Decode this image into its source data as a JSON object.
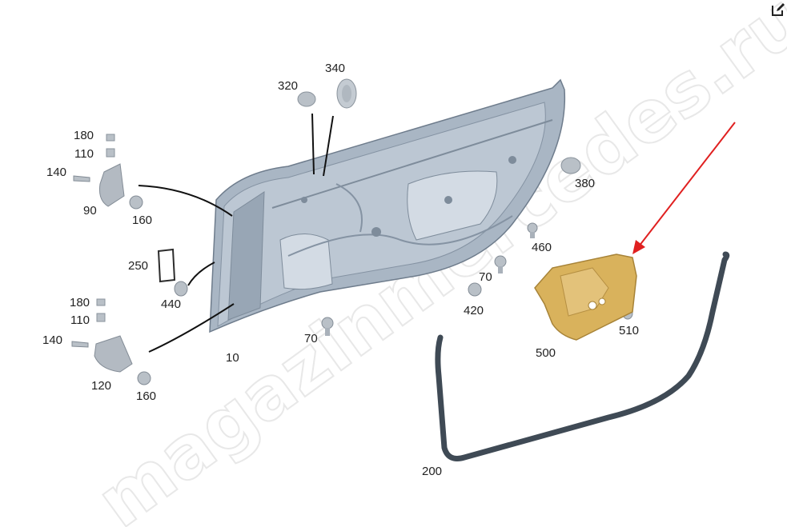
{
  "watermark": "magazinmercedes.ru",
  "icons": {
    "edit": "edit-icon"
  },
  "colors": {
    "door_panel": "#a9b6c4",
    "door_dark": "#7e8c9b",
    "part_gray": "#b9c0c7",
    "highlighted_part": "#d9b25c",
    "callout_arrow": "#e02020",
    "seal": "#3f4a55"
  },
  "highlighted_part": "500",
  "labels": {
    "p10": "10",
    "p70a": "70",
    "p70b": "70",
    "p90": "90",
    "p110a": "110",
    "p110b": "110",
    "p120": "120",
    "p140a": "140",
    "p140b": "140",
    "p160a": "160",
    "p160b": "160",
    "p180a": "180",
    "p180b": "180",
    "p200": "200",
    "p250": "250",
    "p320": "320",
    "p340": "340",
    "p380": "380",
    "p420": "420",
    "p440": "440",
    "p460": "460",
    "p500": "500",
    "p510": "510"
  }
}
